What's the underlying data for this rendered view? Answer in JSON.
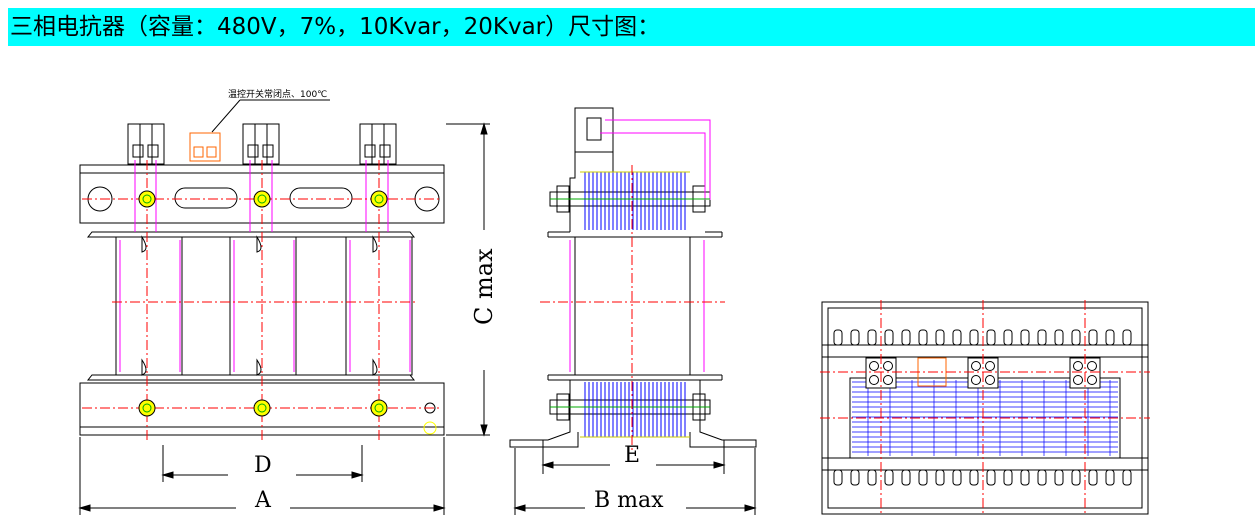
{
  "header": {
    "title": "三相电抗器（容量：480V，7%，10Kvar，20Kvar）尺寸图："
  },
  "front_view": {
    "note": "温控开关常闭点、100℃",
    "label_c": "C max",
    "label_d": "D",
    "label_a": "A"
  },
  "side_view": {
    "label_e": "E",
    "label_b": "B max"
  },
  "colors": {
    "title_bg": "#00ffff",
    "outline": "#000000",
    "centerline": "#ff0000",
    "wire": "#ff00ff",
    "coil": "#0000ff",
    "bolt_fill": "#ffff00",
    "thermo": "#ff6600"
  }
}
